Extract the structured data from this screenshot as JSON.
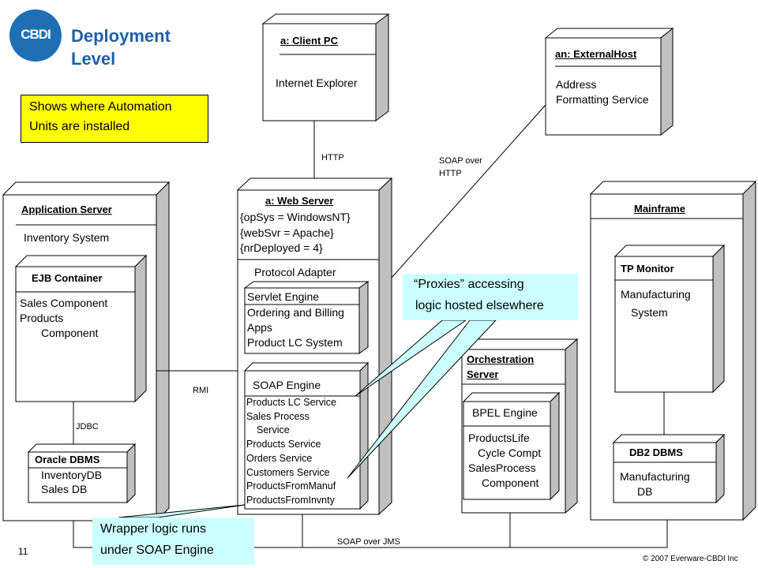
{
  "title_line1": "Deployment",
  "title_line2": "Level",
  "logo_text": "CBDI",
  "note_line1": "Shows where Automation",
  "note_line2": "Units are installed",
  "client_pc": {
    "title": "a: Client PC",
    "item": "Internet Explorer"
  },
  "external_host": {
    "title": "an: ExternalHost",
    "line1": "Address",
    "line2": "Formatting Service"
  },
  "app_server": {
    "title": "Application Server",
    "item": "Inventory System"
  },
  "ejb_container": {
    "title": "EJB Container",
    "line1": "Sales Component",
    "line2": "Products",
    "line3": "Component"
  },
  "oracle_dbms": {
    "title": "Oracle DBMS",
    "line1": "InventoryDB",
    "line2": "Sales DB"
  },
  "web_server": {
    "title": "a: Web Server",
    "prop1": "{opSys = WindowsNT}",
    "prop2": "{webSvr = Apache}",
    "prop3": "{nrDeployed = 4}",
    "item": "Protocol Adapter"
  },
  "servlet_engine": {
    "title": "Servlet Engine",
    "line1": "Ordering and Billing",
    "line2": "Apps",
    "line3": "Product LC System"
  },
  "soap_engine": {
    "title": "SOAP Engine",
    "items": [
      "Products LC Service",
      "Sales Process",
      "Service",
      "Products Service",
      "Orders Service",
      "Customers Service",
      "ProductsFromManuf",
      "ProductsFromInvnty"
    ]
  },
  "mainframe": {
    "title": "Mainframe"
  },
  "tp_monitor": {
    "title": "TP Monitor",
    "line1": "Manufacturing",
    "line2": "System"
  },
  "db2_dbms": {
    "title": "DB2 DBMS",
    "line1": "Manufacturing",
    "line2": "DB"
  },
  "orchestration": {
    "title1": "Orchestration",
    "title2": "Server"
  },
  "bpel_engine": {
    "title": "BPEL Engine",
    "line1": "ProductsLife",
    "line2": "Cycle Compt",
    "line3": "SalesProcess",
    "line4": "Component"
  },
  "proxies_note": {
    "line1": "“Proxies” accessing",
    "line2": "logic hosted elsewhere"
  },
  "wrapper_note": {
    "line1": "Wrapper logic runs",
    "line2": "under SOAP Engine"
  },
  "labels": {
    "http": "HTTP",
    "soap_http_1": "SOAP over",
    "soap_http_2": "HTTP",
    "rmi": "RMI",
    "jdbc": "JDBC",
    "soap_jms": "SOAP over JMS"
  },
  "page_number": "11",
  "copyright": "© 2007 Everware-CBDI Inc",
  "colors": {
    "note": "#ffff00",
    "bubble": "#ccffff",
    "title": "#1f5fa8",
    "node_side": "#c0c0c0"
  }
}
